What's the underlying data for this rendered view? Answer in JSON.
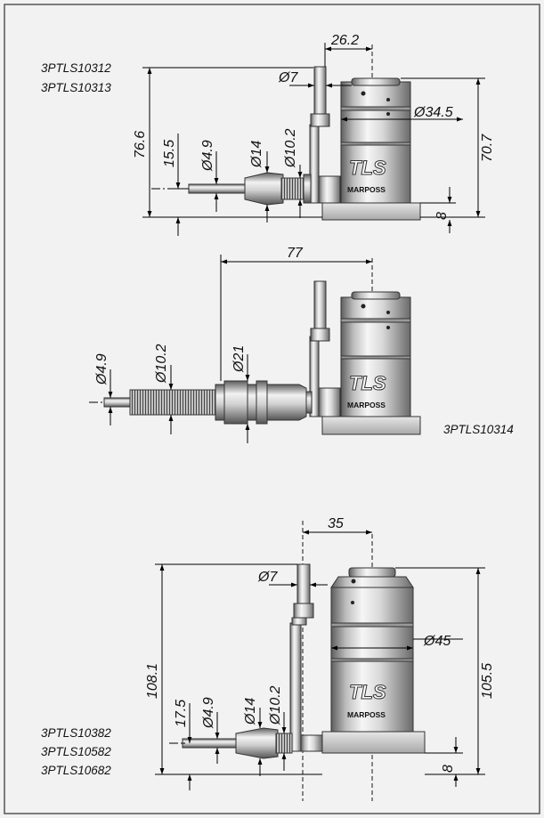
{
  "views": {
    "top": {
      "codes": [
        "3PTLS10312",
        "3PTLS10313"
      ],
      "dims": {
        "offset": "26.2",
        "pin_dia": "Ø7",
        "body_dia": "Ø34.5",
        "total_height": "76.6",
        "body_height": "70.7",
        "axis_height": "15.5",
        "tip_dia": "Ø4.9",
        "nose_dia": "Ø14",
        "thread_dia": "Ø10.2",
        "base": "8"
      },
      "logo": "TLS",
      "brand": "MARPOSS"
    },
    "middle": {
      "codes": [
        "3PTLS10314"
      ],
      "dims": {
        "length": "77",
        "tip_dia": "Ø4.9",
        "thread_dia": "Ø10.2",
        "nut_dia": "Ø21"
      },
      "logo": "TLS",
      "brand": "MARPOSS"
    },
    "bottom": {
      "codes": [
        "3PTLS10382",
        "3PTLS10582",
        "3PTLS10682"
      ],
      "dims": {
        "offset": "35",
        "pin_dia": "Ø7",
        "body_dia": "Ø45",
        "total_height": "108.1",
        "body_height": "105.5",
        "axis_height": "17.5",
        "tip_dia": "Ø4.9",
        "nose_dia": "Ø14",
        "thread_dia": "Ø10.2",
        "base": "8"
      },
      "logo": "TLS",
      "brand": "MARPOSS"
    }
  },
  "colors": {
    "background": "#f2f2f2",
    "frame": "#555555",
    "metal_dark": "#6a6a6a",
    "metal_light": "#f4f4f4"
  }
}
